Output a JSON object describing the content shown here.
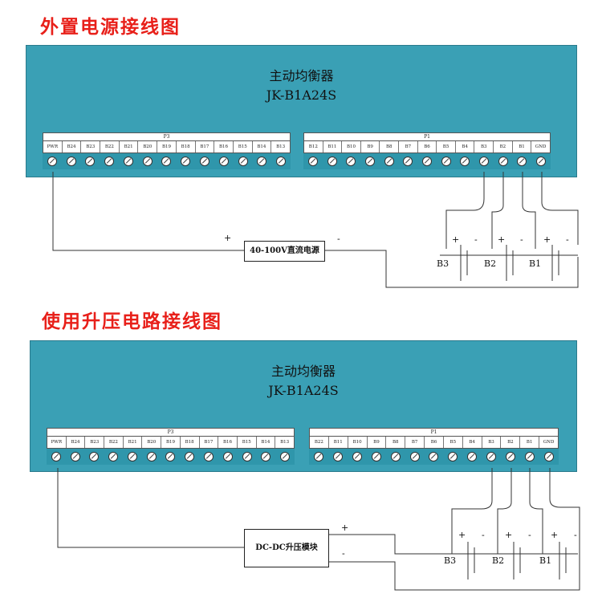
{
  "diagram_1": {
    "title": "外置电源接线图",
    "device_name": "主动均衡器",
    "device_model": "JK-B1A24S",
    "connector_left": {
      "header": "P3",
      "pins": [
        "PWR",
        "B24",
        "B23",
        "B22",
        "B21",
        "B20",
        "B19",
        "B18",
        "B17",
        "B16",
        "B15",
        "B14",
        "B13"
      ]
    },
    "connector_right": {
      "header": "P1",
      "pins": [
        "B12",
        "B11",
        "B10",
        "B9",
        "B8",
        "B7",
        "B6",
        "B5",
        "B4",
        "B3",
        "B2",
        "B1",
        "GND"
      ]
    },
    "source_box": "40-100V直流电源",
    "plus": "+",
    "minus": "-",
    "cells": [
      "B3",
      "B2",
      "B1"
    ]
  },
  "diagram_2": {
    "title": "使用升压电路接线图",
    "device_name": "主动均衡器",
    "device_model": "JK-B1A24S",
    "connector_left": {
      "header": "P3",
      "pins": [
        "PWR",
        "B24",
        "B23",
        "B22",
        "B21",
        "B20",
        "B19",
        "B18",
        "B17",
        "B16",
        "B15",
        "B14",
        "B13"
      ]
    },
    "connector_right": {
      "header": "P1",
      "pins": [
        "B22",
        "B11",
        "B10",
        "B9",
        "B8",
        "B7",
        "B6",
        "B5",
        "B4",
        "B3",
        "B2",
        "B1",
        "GND"
      ]
    },
    "source_box": "DC-DC升压模块",
    "plus": "+",
    "minus": "-",
    "cells": [
      "B3",
      "B2",
      "B1"
    ]
  }
}
